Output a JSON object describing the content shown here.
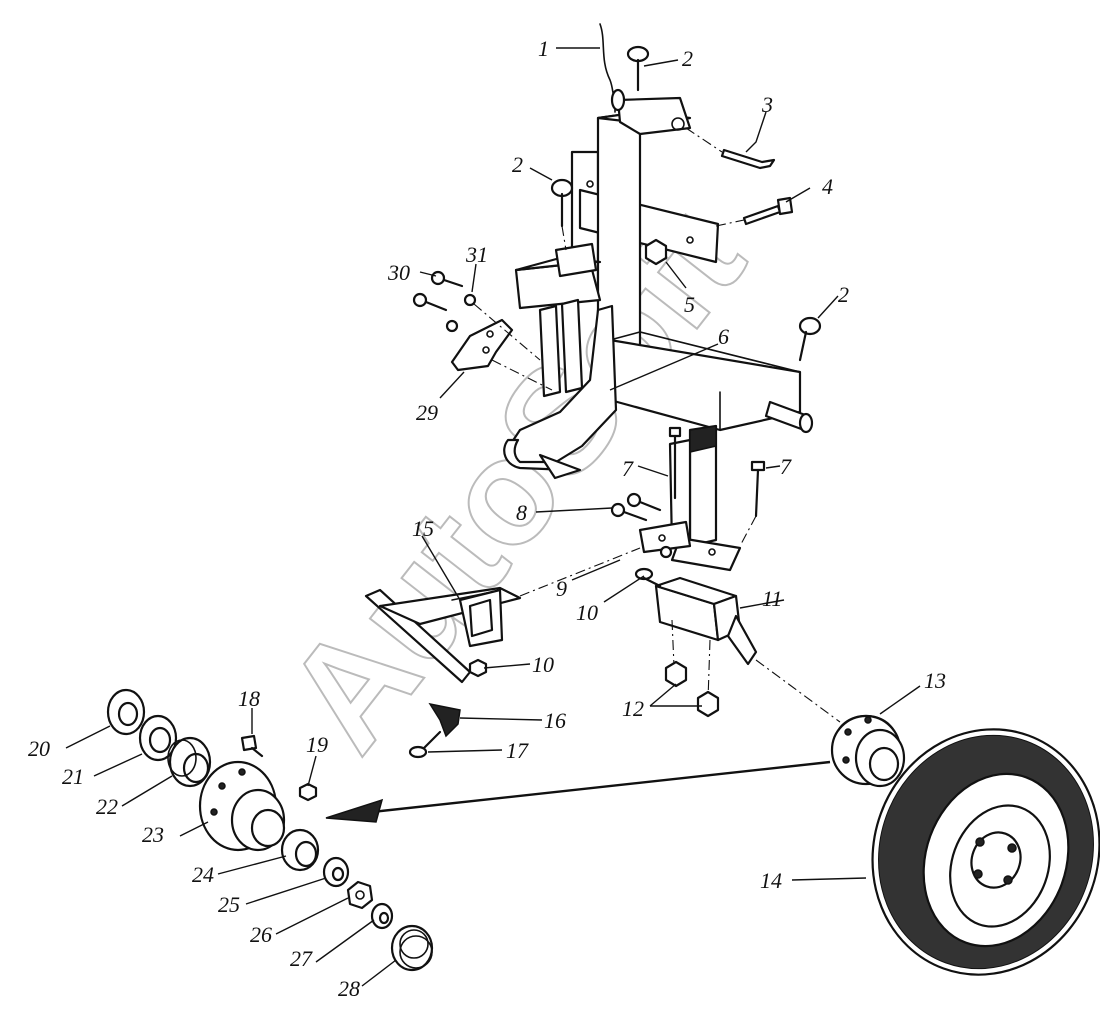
{
  "watermark": "AutoSoft",
  "callouts": [
    {
      "id": "1",
      "label": "1"
    },
    {
      "id": "2a",
      "label": "2"
    },
    {
      "id": "3",
      "label": "3"
    },
    {
      "id": "2b",
      "label": "2"
    },
    {
      "id": "4",
      "label": "4"
    },
    {
      "id": "5",
      "label": "5"
    },
    {
      "id": "30",
      "label": "30"
    },
    {
      "id": "31",
      "label": "31"
    },
    {
      "id": "2c",
      "label": "2"
    },
    {
      "id": "6",
      "label": "6"
    },
    {
      "id": "29",
      "label": "29"
    },
    {
      "id": "7a",
      "label": "7"
    },
    {
      "id": "7b",
      "label": "7"
    },
    {
      "id": "8",
      "label": "8"
    },
    {
      "id": "15",
      "label": "15"
    },
    {
      "id": "9",
      "label": "9"
    },
    {
      "id": "10a",
      "label": "10"
    },
    {
      "id": "11",
      "label": "11"
    },
    {
      "id": "10b",
      "label": "10"
    },
    {
      "id": "13",
      "label": "13"
    },
    {
      "id": "12",
      "label": "12"
    },
    {
      "id": "16",
      "label": "16"
    },
    {
      "id": "18",
      "label": "18"
    },
    {
      "id": "17",
      "label": "17"
    },
    {
      "id": "19",
      "label": "19"
    },
    {
      "id": "20",
      "label": "20"
    },
    {
      "id": "21",
      "label": "21"
    },
    {
      "id": "22",
      "label": "22"
    },
    {
      "id": "23",
      "label": "23"
    },
    {
      "id": "14",
      "label": "14"
    },
    {
      "id": "24",
      "label": "24"
    },
    {
      "id": "25",
      "label": "25"
    },
    {
      "id": "26",
      "label": "26"
    },
    {
      "id": "27",
      "label": "27"
    },
    {
      "id": "28",
      "label": "28"
    }
  ]
}
